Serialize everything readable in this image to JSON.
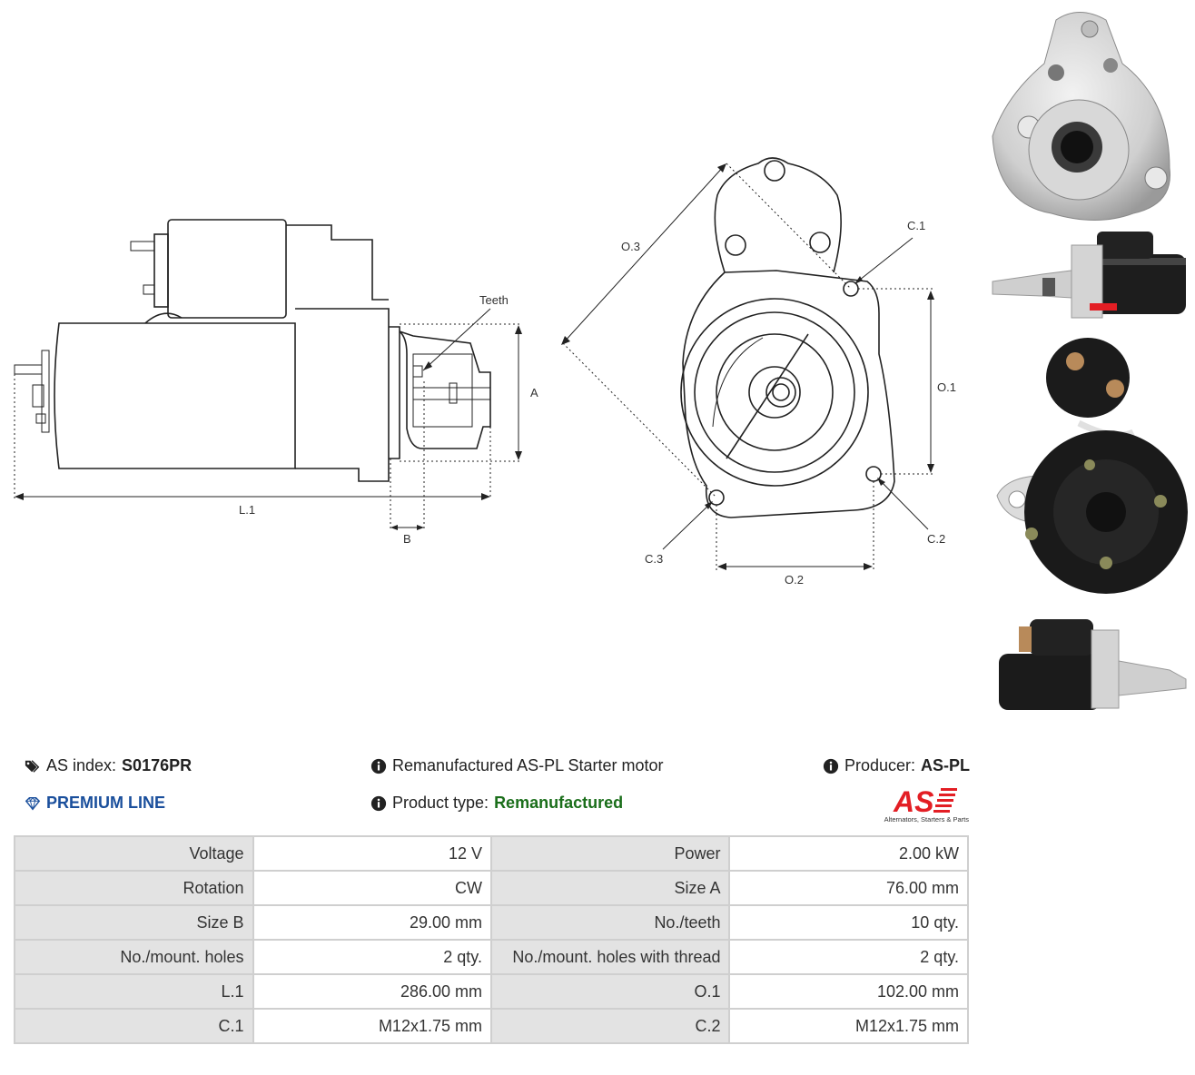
{
  "drawing": {
    "labels": {
      "teeth": "Teeth",
      "a": "A",
      "b": "B",
      "l1": "L.1",
      "o1": "O.1",
      "o2": "O.2",
      "o3": "O.3",
      "c1": "C.1",
      "c2": "C.2",
      "c3": "C.3"
    }
  },
  "info": {
    "as_index_label": "AS index:",
    "as_index_value": "S0176PR",
    "premium_line": "PREMIUM LINE",
    "title": "Remanufactured AS-PL Starter motor",
    "product_type_label": "Product type:",
    "product_type_value": "Remanufactured",
    "producer_label": "Producer:",
    "producer_value": "AS-PL",
    "logo_text": "AS",
    "logo_tagline": "Alternators, Starters & Parts"
  },
  "colors": {
    "premium_blue": "#1a4f9c",
    "product_green": "#1a6e1a",
    "logo_red": "#e31e24",
    "table_key_bg": "#e3e3e3",
    "table_border": "#cfcfcf"
  },
  "specs": [
    [
      "Voltage",
      "12 V",
      "Power",
      "2.00 kW"
    ],
    [
      "Rotation",
      "CW",
      "Size A",
      "76.00 mm"
    ],
    [
      "Size B",
      "29.00 mm",
      "No./teeth",
      "10 qty."
    ],
    [
      "No./mount. holes",
      "2 qty.",
      "No./mount. holes with thread",
      "2 qty."
    ],
    [
      "L.1",
      "286.00 mm",
      "O.1",
      "102.00 mm"
    ],
    [
      "C.1",
      "M12x1.75 mm",
      "C.2",
      "M12x1.75 mm"
    ]
  ]
}
